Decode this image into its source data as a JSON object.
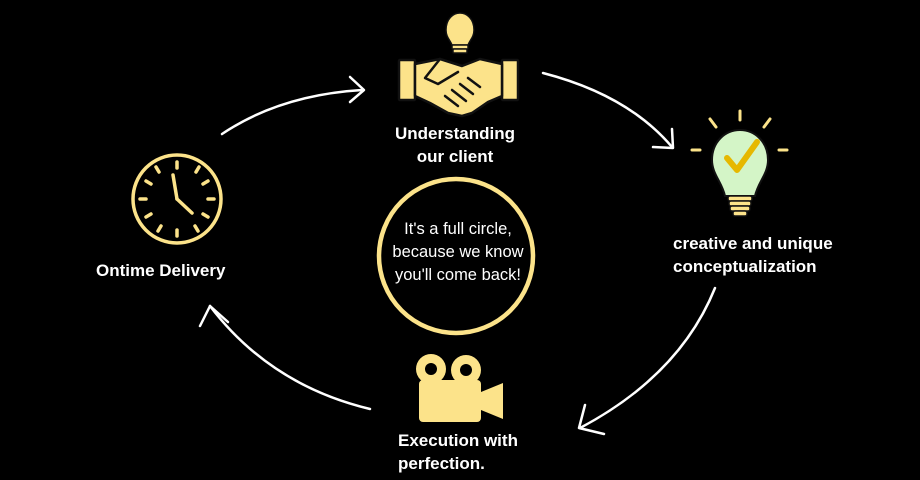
{
  "colors": {
    "background": "#000000",
    "accent": "#FCE38A",
    "outline": "#111111",
    "bulb_glass": "#D4F5C7",
    "check": "#E6B800",
    "arrow": "#FFFFFF",
    "text": "#FFFFFF"
  },
  "stages": [
    {
      "name": "understanding",
      "icon": "handshake-lightbulb-icon",
      "lines": [
        "Understanding",
        "our client"
      ]
    },
    {
      "name": "creative",
      "icon": "lightbulb-checkmark-icon",
      "lines": [
        "creative and unique",
        "conceptualization"
      ]
    },
    {
      "name": "execution",
      "icon": "video-camera-icon",
      "lines": [
        "Execution with",
        "perfection."
      ]
    },
    {
      "name": "ontime",
      "icon": "clock-icon",
      "lines": [
        "Ontime Delivery"
      ]
    }
  ],
  "center": {
    "lines": [
      "It's a full circle,",
      "because we know",
      "you'll come back!"
    ]
  },
  "arrows": [
    "arrow-ontime-to-understanding",
    "arrow-understanding-to-creative",
    "arrow-creative-to-execution",
    "arrow-execution-to-ontime"
  ]
}
